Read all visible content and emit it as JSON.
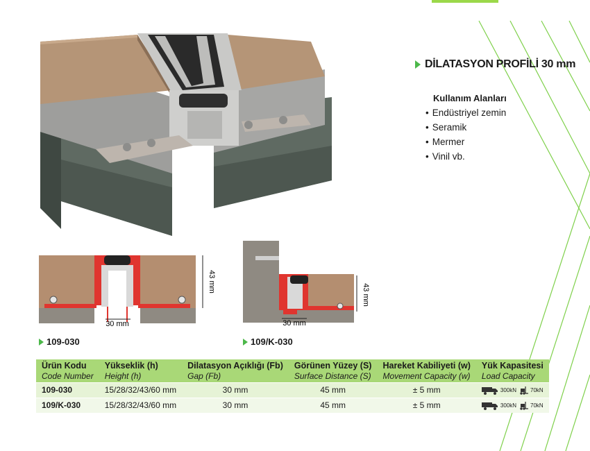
{
  "product": {
    "title": "DİLATASYON PROFİLİ 30 mm",
    "accent_color": "#4cb84a"
  },
  "usage": {
    "heading": "Kullanım Alanları",
    "items": [
      "Endüstriyel zemin",
      "Seramik",
      "Mermer",
      "Vinil vb."
    ]
  },
  "diagrams": {
    "d1": {
      "height_label": "43 mm",
      "gap_label": "30 mm",
      "code": "109-030"
    },
    "d2": {
      "height_label": "43 mm",
      "gap_label": "30 mm",
      "code": "109/K-030"
    }
  },
  "table": {
    "headers": [
      {
        "tr": "Ürün Kodu",
        "en": "Code Number"
      },
      {
        "tr": "Yükseklik (h)",
        "en": "Height (h)"
      },
      {
        "tr": "Dilatasyon Açıklığı (Fb)",
        "en": "Gap (Fb)"
      },
      {
        "tr": "Görünen Yüzey (S)",
        "en": "Surface Distance (S)"
      },
      {
        "tr": "Hareket Kabiliyeti (w)",
        "en": "Movement Capacity (w)"
      },
      {
        "tr": "Yük Kapasitesi",
        "en": "Load Capacity"
      }
    ],
    "rows": [
      {
        "code": "109-030",
        "height": "15/28/32/43/60 mm",
        "gap": "30 mm",
        "surface": "45 mm",
        "movement": "± 5 mm",
        "load_truck": "300kN",
        "load_forklift": "70kN"
      },
      {
        "code": "109/K-030",
        "height": "15/28/32/43/60 mm",
        "gap": "30 mm",
        "surface": "45 mm",
        "movement": "± 5 mm",
        "load_truck": "300kN",
        "load_forklift": "70kN"
      }
    ]
  },
  "icons": [
    "truck-icon",
    "forklift-icon"
  ]
}
